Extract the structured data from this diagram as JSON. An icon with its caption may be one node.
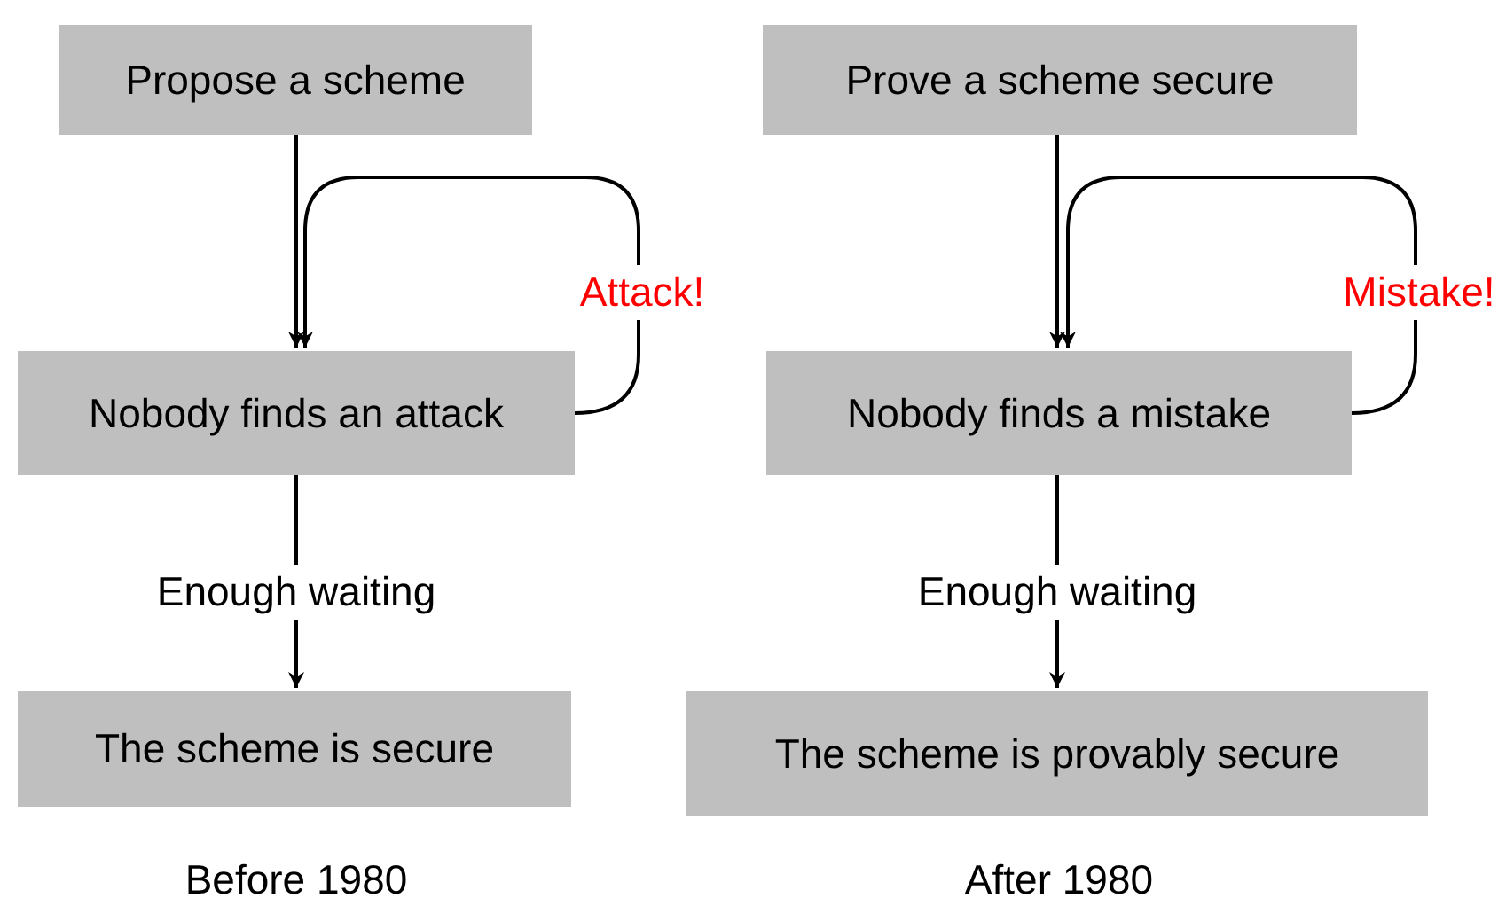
{
  "diagram": {
    "nodes": [
      {
        "text": [
          "Propose a scheme"
        ]
      },
      {
        "text": [
          "Nobody finds an attack"
        ]
      },
      {
        "text": [
          "The scheme is secure"
        ]
      },
      {
        "text": [
          "Prove a scheme secure"
        ]
      },
      {
        "text": [
          "Nobody finds a mistake"
        ]
      },
      {
        "text": [
          "The scheme is provably secure"
        ]
      }
    ],
    "edges": [
      {
        "from": 0,
        "to": 1,
        "arrow": "to"
      },
      {
        "from": 1,
        "to": 1,
        "arrow": "to",
        "label": "Attack!"
      },
      {
        "from": 1,
        "to": 2,
        "arrow": "to",
        "label": "Enough waiting"
      },
      {
        "from": 3,
        "to": 4,
        "arrow": "to"
      },
      {
        "from": 4,
        "to": 4,
        "arrow": "to",
        "label": "Mistake!"
      },
      {
        "from": 4,
        "to": 5,
        "arrow": "to",
        "label": "Enough waiting"
      }
    ],
    "labels": [
      "Before 1980",
      "After 1980"
    ]
  }
}
